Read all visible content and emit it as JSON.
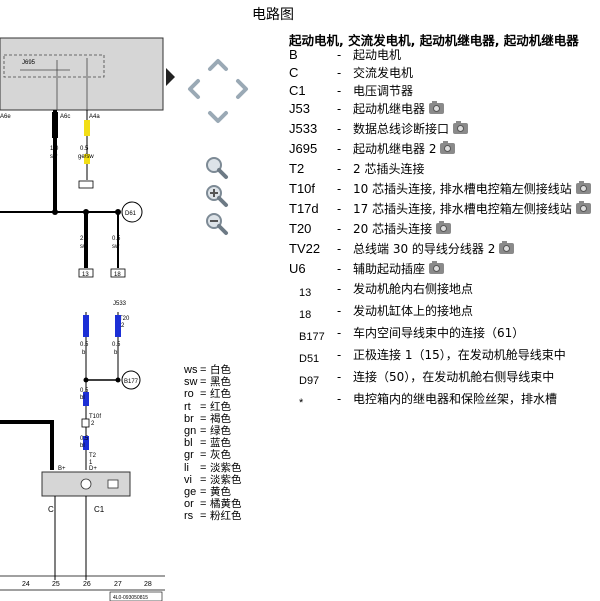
{
  "page_title": "电路图",
  "legend_title": "起动电机, 交流发电机, 起动机继电器, 起动机继电器",
  "legend": [
    {
      "code": "B",
      "desc": "起动电机",
      "camera": false
    },
    {
      "code": "C",
      "desc": "交流发电机",
      "camera": false
    },
    {
      "code": "C1",
      "desc": "电压调节器",
      "camera": false
    },
    {
      "code": "J53",
      "desc": "起动机继电器",
      "camera": true
    },
    {
      "code": "J533",
      "desc": "数据总线诊断接口",
      "camera": true
    },
    {
      "code": "J695",
      "desc": "起动机继电器 2",
      "camera": true
    },
    {
      "code": "T2",
      "desc": "2 芯插头连接",
      "camera": false
    },
    {
      "code": "T10f",
      "desc": "10 芯插头连接, 排水槽电控箱左侧接线站",
      "camera": true
    },
    {
      "code": "T17d",
      "desc": "17 芯插头连接, 排水槽电控箱左侧接线站",
      "camera": true
    },
    {
      "code": "T20",
      "desc": "20 芯插头连接",
      "camera": true
    },
    {
      "code": "TV22",
      "desc": "总线端 30 的导线分线器 2",
      "camera": true
    },
    {
      "code": "U6",
      "desc": "辅助起动插座",
      "camera": true
    },
    {
      "code": "13",
      "desc": "发动机舱内右侧接地点",
      "camera": false
    },
    {
      "code": "18",
      "desc": "发动机缸体上的接地点",
      "camera": false
    },
    {
      "code": "B177",
      "desc": "车内空间导线束中的连接（61）",
      "camera": false
    },
    {
      "code": "D51",
      "desc": "正极连接 1（15），在发动机舱导线束中",
      "camera": false
    },
    {
      "code": "D97",
      "desc": "连接（50），在发动机舱右侧导线束中",
      "camera": false
    },
    {
      "code": "*",
      "desc": "电控箱内的继电器和保险丝架，排水槽",
      "camera": false
    }
  ],
  "color_codes": [
    {
      "code": "ws",
      "name": "白色"
    },
    {
      "code": "sw",
      "name": "黑色"
    },
    {
      "code": "ro",
      "name": "红色"
    },
    {
      "code": "rt",
      "name": "红色"
    },
    {
      "code": "br",
      "name": "褐色"
    },
    {
      "code": "gn",
      "name": "绿色"
    },
    {
      "code": "bl",
      "name": "蓝色"
    },
    {
      "code": "gr",
      "name": "灰色"
    },
    {
      "code": "li",
      "name": "淡紫色"
    },
    {
      "code": "vi",
      "name": "淡紫色"
    },
    {
      "code": "ge",
      "name": "黄色"
    },
    {
      "code": "or",
      "name": "橘黄色"
    },
    {
      "code": "rs",
      "name": "粉红色"
    }
  ],
  "diagram": {
    "box_label": "J695",
    "pin_a6c": "A6c",
    "pin_a4a": "A4a",
    "pin_a6e": "A6e",
    "wire1_size": "1.0",
    "wire1_color": "sw",
    "wire2_size": "0.5",
    "wire2_color": "ge/sw",
    "node_d61": "D61",
    "wire3_size": "2.5",
    "wire3_color": "sw",
    "wire4_size": "0.5",
    "wire4_color": "sw",
    "ground13": "13",
    "ground18": "18",
    "j533": "J533",
    "t20": "T20",
    "t20_pin": "2",
    "wire5_size": "0.5",
    "wire5_color": "bl",
    "wire6_size": "0.5",
    "wire6_color": "bl",
    "node_b177": "B177",
    "wire7_size": "0.5",
    "wire7_color": "bl",
    "t10f": "T10f",
    "t10f_pin": "2",
    "wire8_size": "0.5",
    "wire8_color": "bl",
    "t2": "T2",
    "t2_pin": "1",
    "b_plus": "B+",
    "d_plus": "D+",
    "label_c": "C",
    "label_c1": "C1",
    "axis_numbers": [
      "24",
      "25",
      "26",
      "27",
      "28"
    ],
    "ref_code": "4L0-093050815"
  }
}
